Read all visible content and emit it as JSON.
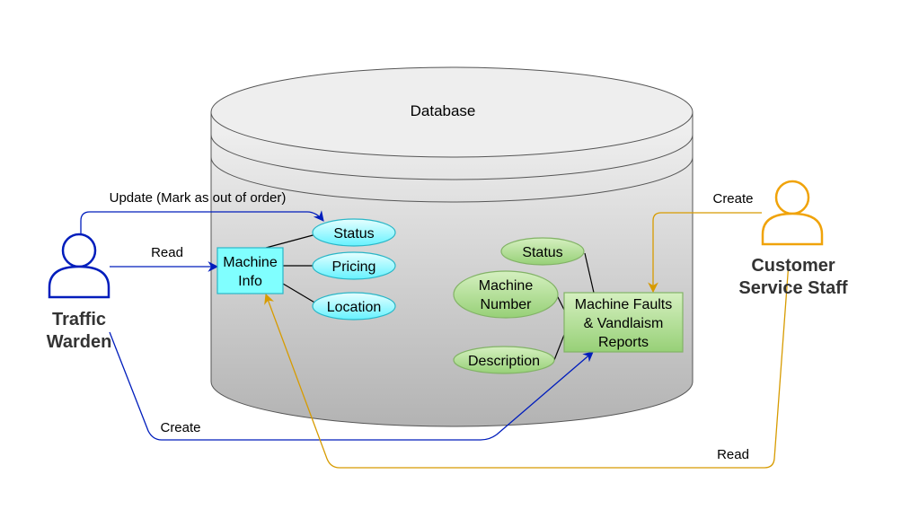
{
  "database": {
    "label": "Database"
  },
  "actors": {
    "traffic_warden": {
      "line1": "Traffic",
      "line2": "Warden",
      "color": "#001DBC"
    },
    "customer_service": {
      "line1": "Customer",
      "line2": "Service Staff",
      "color": "#F0A30A"
    }
  },
  "machine_info": {
    "line1": "Machine",
    "line2": "Info",
    "fill": "#80FFFF",
    "stroke": "#29B6C7",
    "attributes": {
      "status": "Status",
      "pricing": "Pricing",
      "location": "Location"
    }
  },
  "reports": {
    "line1": "Machine Faults",
    "line2": "& Vandlaism",
    "line3": "Reports",
    "fill": "#A7E07F",
    "stroke": "#82B366",
    "attributes": {
      "status": "Status",
      "number_line1": "Machine",
      "number_line2": "Number",
      "description": "Description"
    }
  },
  "edges": {
    "update": "Update (Mark as out of order)",
    "read_tw": "Read",
    "create_tw": "Create",
    "create_cs": "Create",
    "read_cs": "Read"
  },
  "colors": {
    "blue_edge": "#001DBC",
    "orange_edge": "#D79B00"
  }
}
